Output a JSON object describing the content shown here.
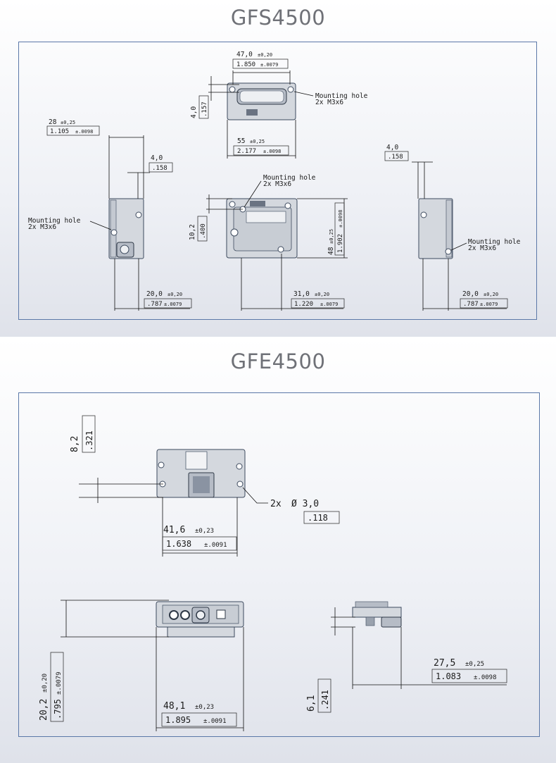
{
  "gfs": {
    "title": "GFS4500",
    "top_width": {
      "mm": "47,0",
      "tol": "±0,20",
      "in": "1.850",
      "in_tol": "±.0079"
    },
    "top_depth": {
      "mm": "55",
      "tol": "±0,25",
      "in": "2.177",
      "in_tol": "±.0098"
    },
    "top_height": {
      "mm": "4,0",
      "in": ".157"
    },
    "top_hole": {
      "line1": "Mounting hole",
      "line2": "2x M3x6"
    },
    "left_depth": {
      "mm": "28",
      "tol": "±0,25",
      "in": "1.105",
      "in_tol": "±.0098"
    },
    "left_offset": {
      "mm": "4,0",
      "in": ".158"
    },
    "left_hole": {
      "line1": "Mounting hole",
      "line2": "2x M3x6"
    },
    "left_bottom": {
      "mm": "20,0",
      "tol": "±0,20",
      "in": ".787",
      "in_tol": "±.0079"
    },
    "center_hole": {
      "line1": "Mounting hole",
      "line2": "2x M3x6"
    },
    "center_side": {
      "mm": "10,2",
      "in": ".400"
    },
    "center_right": {
      "mm": "48",
      "tol": "±0,25",
      "in": "1.902",
      "in_tol": "±.0098"
    },
    "center_bottom": {
      "mm": "31,0",
      "tol": "±0,20",
      "in": "1.220",
      "in_tol": "±.0079"
    },
    "right_offset": {
      "mm": "4,0",
      "in": ".158"
    },
    "right_hole": {
      "line1": "Mounting hole",
      "line2": "2x M3x6"
    },
    "right_bottom": {
      "mm": "20,0",
      "tol": "±0,20",
      "in": ".787",
      "in_tol": "±.0079"
    }
  },
  "gfe": {
    "title": "GFE4500",
    "top_height": {
      "mm": "8,2",
      "in": ".321"
    },
    "holes": {
      "label": "2x",
      "dia": "Ø 3,0",
      "in": ".118"
    },
    "top_width": {
      "mm": "41,6",
      "tol": "±0,23",
      "in": "1.638",
      "in_tol": "±.0091"
    },
    "front_height": {
      "mm": "20,2",
      "tol": "±0,20",
      "in": ".795",
      "in_tol": "±.0079"
    },
    "front_width": {
      "mm": "48,1",
      "tol": "±0,23",
      "in": "1.895",
      "in_tol": "±.0091"
    },
    "side_height": {
      "mm": "6,1",
      "in": ".241"
    },
    "side_width": {
      "mm": "27,5",
      "tol": "±0,25",
      "in": "1.083",
      "in_tol": "±.0098"
    }
  }
}
